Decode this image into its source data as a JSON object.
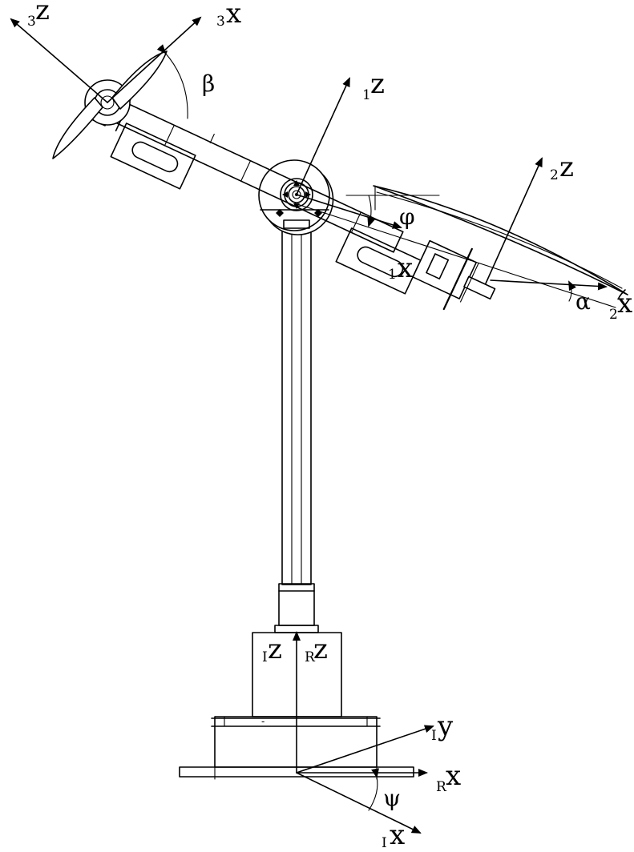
{
  "labels": {
    "frame3_z": {
      "sub": "3",
      "axis": "z"
    },
    "frame3_x": {
      "sub": "3",
      "axis": "x"
    },
    "frame1_z": {
      "sub": "1",
      "axis": "z"
    },
    "frame1_x": {
      "sub": "1",
      "axis": "x"
    },
    "frame2_z": {
      "sub": "2",
      "axis": "z"
    },
    "frame2_x": {
      "sub": "2",
      "axis": "x"
    },
    "frameI_z": {
      "sub": "I",
      "axis": "z"
    },
    "frameR_z": {
      "sub": "R",
      "axis": "z"
    },
    "frameI_y": {
      "sub": "I",
      "axis": "y"
    },
    "frameR_x": {
      "sub": "R",
      "axis": "x"
    },
    "frameI_x": {
      "sub": "I",
      "axis": "x"
    }
  },
  "angles": {
    "beta": "β",
    "phi": "φ",
    "alpha": "α",
    "psi": "ψ"
  },
  "base_mark": "-"
}
